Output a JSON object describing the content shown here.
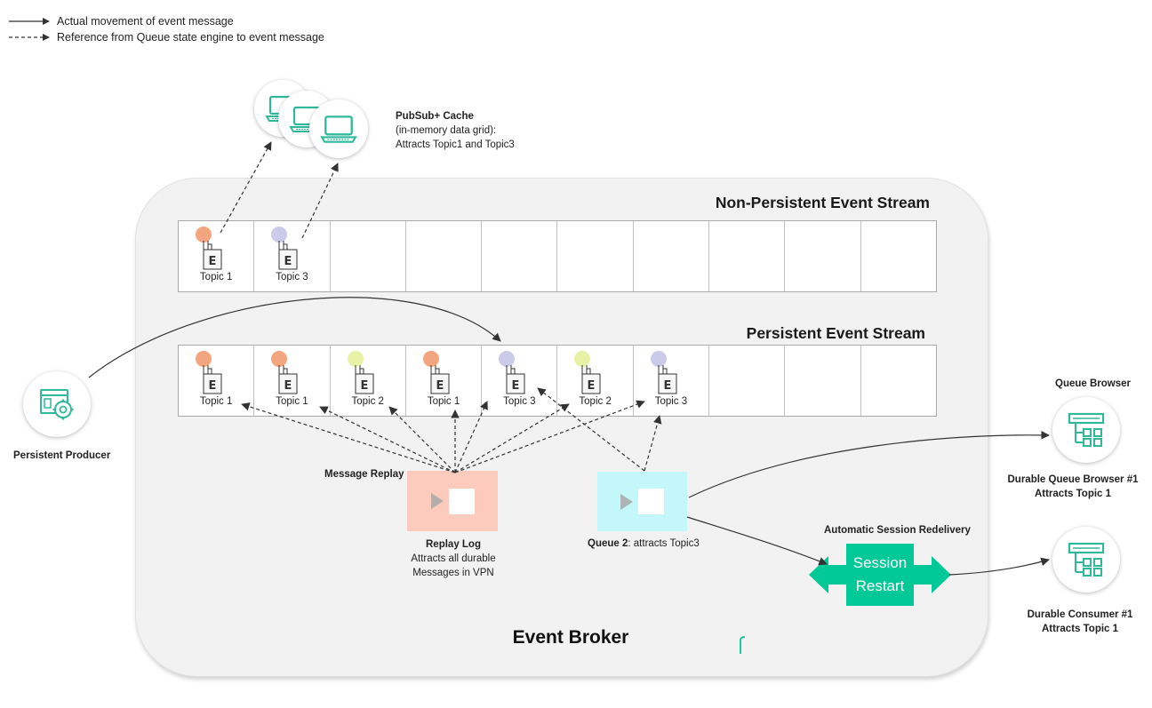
{
  "legend": {
    "solid_label": "Actual movement of event message",
    "dashed_label": "Reference from Queue state engine to event message"
  },
  "cache": {
    "title": "PubSub+ Cache",
    "line1": "(in-memory data grid):",
    "line2": "Attracts Topic1 and Topic3"
  },
  "non_persistent": {
    "title": "Non-Persistent Event Stream",
    "slots": [
      {
        "topic": "Topic 1",
        "color": "#f2a57e"
      },
      {
        "topic": "Topic 3",
        "color": "#c9cbe8"
      },
      {},
      {},
      {},
      {},
      {},
      {},
      {},
      {}
    ]
  },
  "persistent": {
    "title": "Persistent Event Stream",
    "slots": [
      {
        "topic": "Topic 1",
        "color": "#f2a57e"
      },
      {
        "topic": "Topic 1",
        "color": "#f2a57e"
      },
      {
        "topic": "Topic 2",
        "color": "#e8f2a6"
      },
      {
        "topic": "Topic 1",
        "color": "#f2a57e"
      },
      {
        "topic": "Topic 3",
        "color": "#c9cbe8"
      },
      {
        "topic": "Topic 2",
        "color": "#e8f2a6"
      },
      {
        "topic": "Topic 3",
        "color": "#c9cbe8"
      },
      {},
      {},
      {}
    ]
  },
  "event_icon_letter": "E",
  "producer": {
    "label": "Persistent Producer",
    "icon": "settings-window-icon"
  },
  "replay": {
    "section_label": "Message Replay",
    "title": "Replay Log",
    "line1": "Attracts all durable",
    "line2": "Messages in VPN",
    "color": "#fccbbd"
  },
  "queue2": {
    "label_bold": "Queue 2",
    "label_rest": ": attracts Topic3",
    "color": "#c4f7fa"
  },
  "session": {
    "section_label": "Automatic Session Redelivery",
    "line1": "Session",
    "line2": "Restart",
    "color": "#00c896"
  },
  "queue_browser": {
    "header": "Queue Browser",
    "line1": "Durable Queue Browser #1",
    "line2": "Attracts Topic 1",
    "icon": "hierarchy-icon"
  },
  "consumer": {
    "line1": "Durable Consumer #1",
    "line2": "Attracts Topic 1",
    "icon": "hierarchy-icon"
  },
  "broker": {
    "title": "Event Broker"
  },
  "colors": {
    "brand_green": "#00c896",
    "icon_green": "#2fb89a",
    "broker_bg": "#f2f2f2",
    "line": "#333333"
  }
}
